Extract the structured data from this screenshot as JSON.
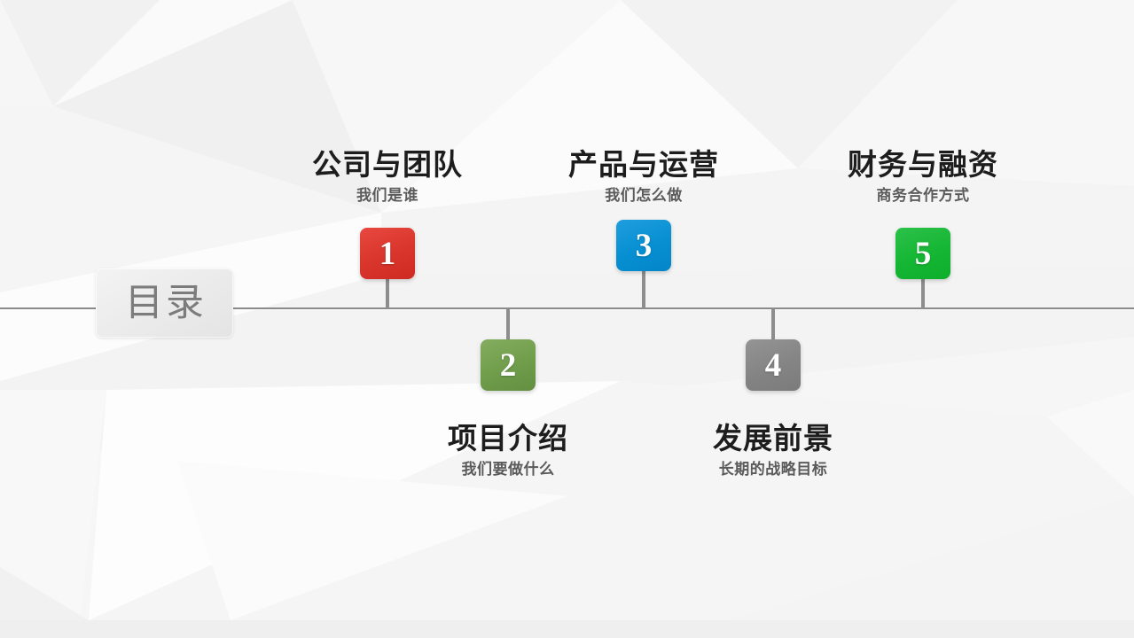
{
  "slide": {
    "toc_label": "目录",
    "axis_color": "#8a8a8a",
    "background_color": "#f5f5f5"
  },
  "nodes": [
    {
      "number": "1",
      "title": "公司与团队",
      "subtitle": "我们是谁",
      "color": "#d8352c",
      "color_name": "red",
      "position": "above"
    },
    {
      "number": "2",
      "title": "项目介绍",
      "subtitle": "我们要做什么",
      "color": "#6f9d4a",
      "color_name": "olive-green",
      "position": "below"
    },
    {
      "number": "3",
      "title": "产品与运营",
      "subtitle": "我们怎么做",
      "color": "#068fd2",
      "color_name": "blue",
      "position": "above"
    },
    {
      "number": "4",
      "title": "发展前景",
      "subtitle": "长期的战略目标",
      "color": "#848484",
      "color_name": "gray",
      "position": "below"
    },
    {
      "number": "5",
      "title": "财务与融资",
      "subtitle": "商务合作方式",
      "color": "#15b634",
      "color_name": "bright-green",
      "position": "above"
    }
  ]
}
